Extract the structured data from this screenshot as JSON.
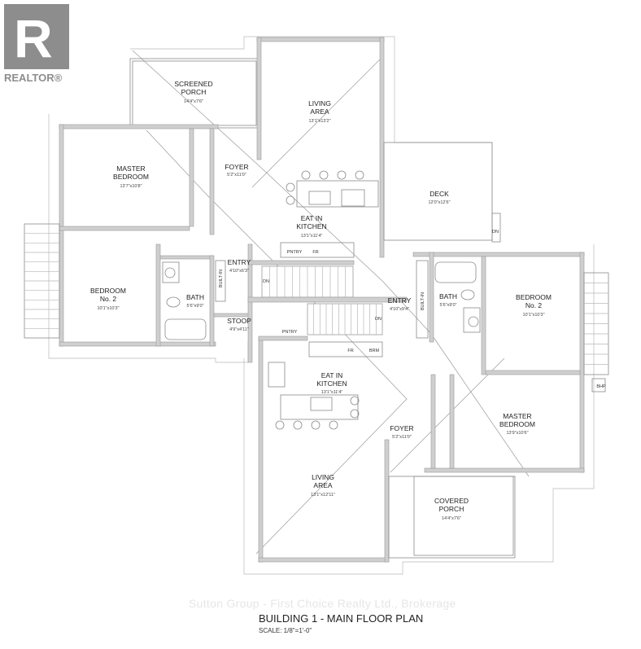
{
  "logo": {
    "text": "REALTOR®",
    "letter": "R"
  },
  "rooms": [
    {
      "name": [
        "SCREENED",
        "PORCH"
      ],
      "dims": "14'4\"x7'6\""
    },
    {
      "name": [
        "LIVING",
        "AREA"
      ],
      "dims": "13'1\"x13'2\""
    },
    {
      "name": [
        "MASTER",
        "BEDROOM"
      ],
      "dims": "13'7\"x10'8\""
    },
    {
      "name": [
        "FOYER"
      ],
      "dims": "5'2\"x11'0\""
    },
    {
      "name": [
        "EAT IN",
        "KITCHEN"
      ],
      "dims": "13'1\"x11'4\""
    },
    {
      "name": [
        "DECK"
      ],
      "dims": "12'0\"x12'6\""
    },
    {
      "name": [
        "ENTRY"
      ],
      "dims": "4'10\"x6'3\""
    },
    {
      "name": [
        "BEDROOM",
        "No. 2"
      ],
      "dims": "10'1\"x10'3\""
    },
    {
      "name": [
        "BATH"
      ],
      "dims": "5'6\"x9'0\""
    },
    {
      "name": [
        "STOOP"
      ],
      "dims": "4'9\"x4'11\""
    },
    {
      "name": [
        "ENTRY"
      ],
      "dims": "4'10\"x9'4\""
    },
    {
      "name": [
        "BATH"
      ],
      "dims": "5'6\"x9'0\""
    },
    {
      "name": [
        "BEDROOM",
        "No. 2"
      ],
      "dims": "10'1\"x10'3\""
    },
    {
      "name": [
        "EAT IN",
        "KITCHEN"
      ],
      "dims": "13'1\"x11'4\""
    },
    {
      "name": [
        "FOYER"
      ],
      "dims": "5'2\"x11'0\""
    },
    {
      "name": [
        "MASTER",
        "BEDROOM"
      ],
      "dims": "13'9\"x10'6\""
    },
    {
      "name": [
        "LIVING",
        "AREA"
      ],
      "dims": "13'1\"x12'11\""
    },
    {
      "name": [
        "COVERED",
        "PORCH"
      ],
      "dims": "14'4\"x7'6\""
    }
  ],
  "small_labels": {
    "pntry": "PNTRY",
    "fr": "FR",
    "brm": "BRM",
    "built_in": "BUILT-IN",
    "dn": "DN",
    "bhp": "BHP"
  },
  "watermark": "Sutton Group - First Choice Realty Ltd., Brokerage",
  "title": "BUILDING 1 - MAIN FLOOR PLAN",
  "scale": "SCALE: 1/8\"=1'-0\""
}
